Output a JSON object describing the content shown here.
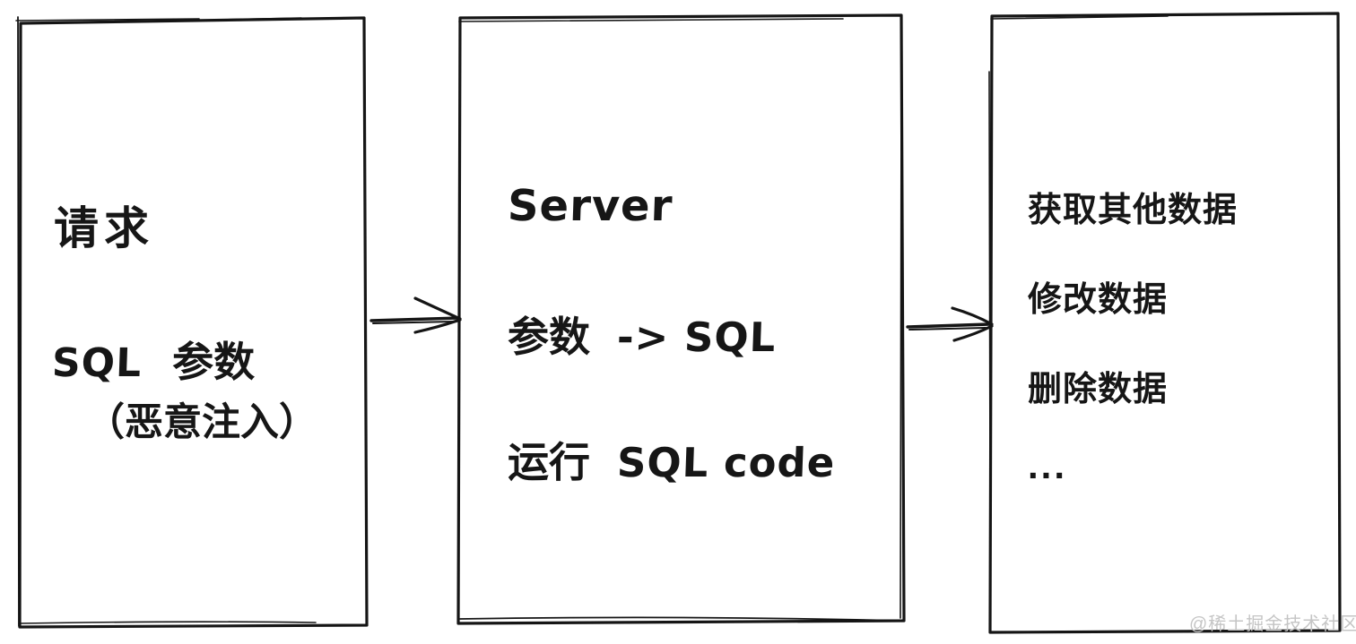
{
  "colors": {
    "ink": "#151515",
    "background": "#ffffff",
    "watermark_gray": "#c5c5c5"
  },
  "diagram": {
    "type": "hand-drawn-flowchart",
    "topic": "SQL injection flow",
    "left_box": {
      "line1": "请求",
      "line2_sql": "SQL",
      "line2_param": "参数",
      "line3": "（恶意注入）"
    },
    "middle_box": {
      "line1": "Server",
      "line2_param": "参数",
      "line2_to_sql": "-> SQL",
      "line3_run": "运行",
      "line3_sql_code": "SQL code"
    },
    "right_box": {
      "line1": "获取其他数据",
      "line2": "修改数据",
      "line3": "删除数据",
      "line4": "..."
    },
    "arrows": [
      {
        "from": "request-box",
        "to": "server-box"
      },
      {
        "from": "server-box",
        "to": "result-box"
      }
    ]
  },
  "watermark": "@稀土掘金技术社区"
}
